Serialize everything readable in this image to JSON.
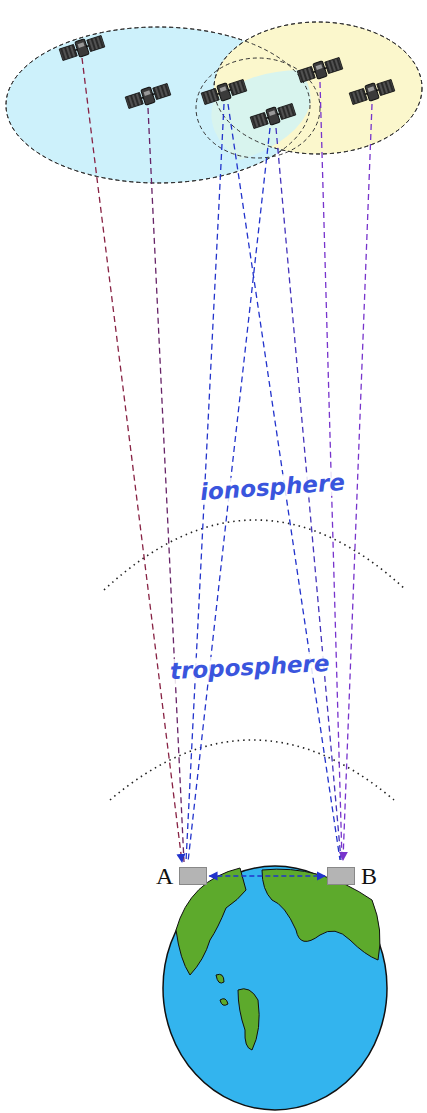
{
  "diagram": {
    "nodes": [
      {
        "text": [
          "A"
        ]
      },
      {
        "text": [
          "B"
        ]
      }
    ],
    "edges": [
      {
        "from": 0,
        "to": 1,
        "arrow": "both"
      }
    ],
    "labels": [
      "ionosphere",
      "troposphere"
    ]
  }
}
